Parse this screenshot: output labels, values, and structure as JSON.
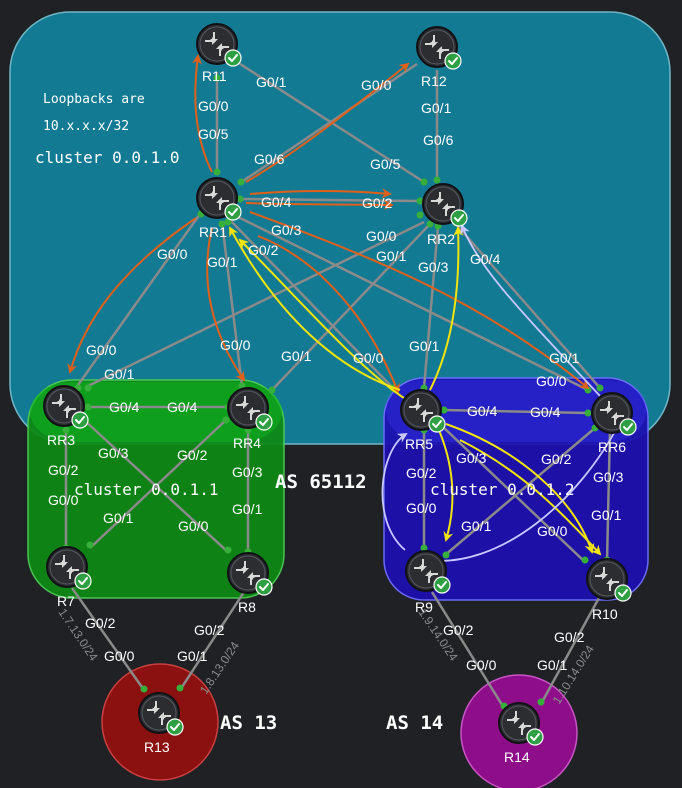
{
  "regions": {
    "cluster_010_label": "cluster 0.0.1.0",
    "cluster_011_label": "cluster 0.0.1.1",
    "cluster_012_label": "cluster 0.0.1.2",
    "as_65112_label": "AS 65112",
    "as_13_label": "AS 13",
    "as_14_label": "AS 14"
  },
  "notes": {
    "loopback_line1": "Loopbacks are",
    "loopback_line2": "10.x.x.x/32"
  },
  "routers": {
    "r11": "R11",
    "r12": "R12",
    "rr1": "RR1",
    "rr2": "RR2",
    "rr3": "RR3",
    "rr4": "RR4",
    "rr5": "RR5",
    "rr6": "RR6",
    "r7": "R7",
    "r8": "R8",
    "r9": "R9",
    "r10": "R10",
    "r13": "R13",
    "r14": "R14"
  },
  "interfaces": {
    "g00": "G0/0",
    "g01": "G0/1",
    "g02": "G0/2",
    "g03": "G0/3",
    "g04": "G0/4",
    "g05": "G0/5",
    "g06": "G0/6"
  },
  "networks": {
    "n_7_13": "1.7.13.0/24",
    "n_8_13": "1.8.13.0/24",
    "n_9_14": "1.9.14.0/24",
    "n_10_14": "1.10.14.0/24"
  },
  "colors": {
    "background": "#1f2125",
    "as65112": "#137a93",
    "cluster011": "#0e8a14",
    "cluster012": "#1d10b0",
    "as13": "#8b1010",
    "as14": "#8e0e8a",
    "link": "#8a8a8a",
    "orange_arrow": "#e0601a",
    "yellow_arrow": "#f2e40f",
    "white_arrow": "#c8c8ff",
    "status_ok": "#2ea043"
  }
}
